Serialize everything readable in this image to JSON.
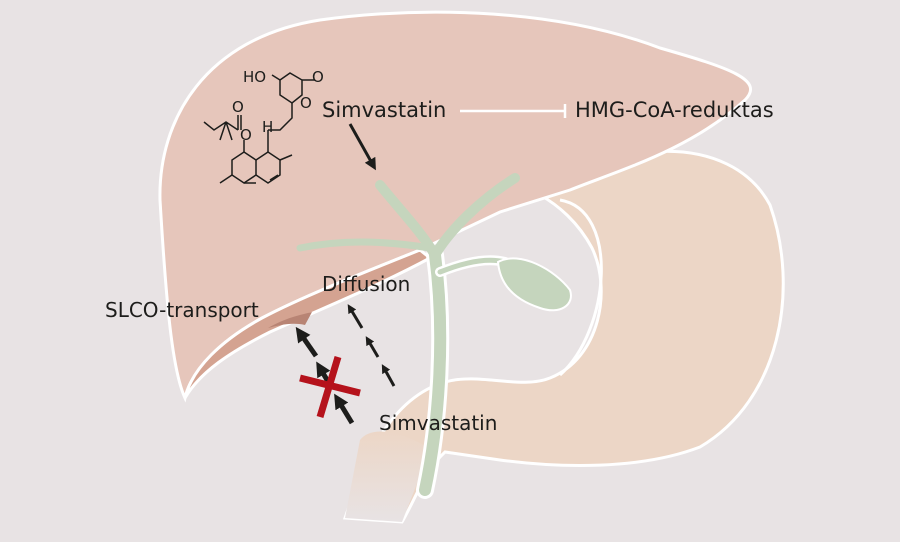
{
  "labels": {
    "simvastatin_top": "Simvastatin",
    "hmg": "HMG-CoA-reduktas",
    "diffusion": "Diffusion",
    "slco": "SLCO-transport",
    "simvastatin_bottom": "Simvastatin"
  },
  "molecule": {
    "ho": "HO",
    "o1": "O",
    "o2": "O",
    "o3": "O",
    "o4": "O",
    "h": "H"
  },
  "colors": {
    "background": "#e8e3e4",
    "liver": "#e6c6bb",
    "liver_underside": "#d4a391",
    "gut": "#ecd6c6",
    "bile": "#c5d5bd",
    "block": "#b5121b",
    "arrow": "#1d1d1b"
  }
}
